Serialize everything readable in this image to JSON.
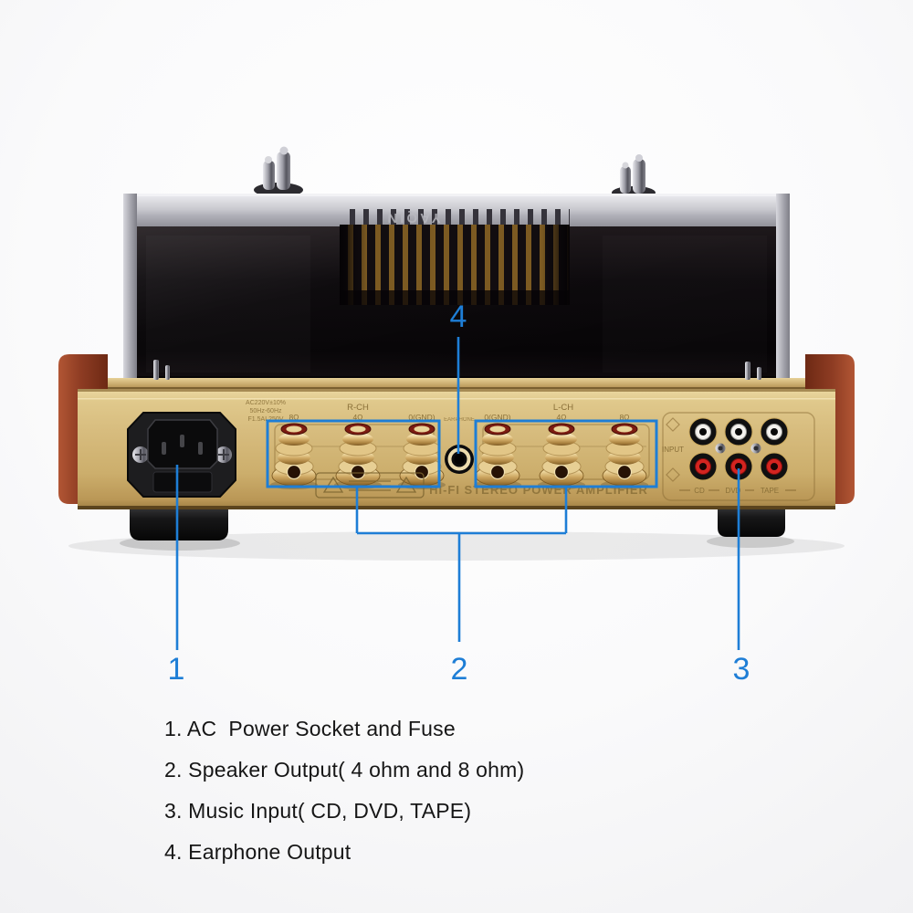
{
  "colors": {
    "callout_blue": "#1e7ed6",
    "panel_gold": "#d3b778",
    "wood_brown": "#8e3c23",
    "cage_black": "#0a070a"
  },
  "top": {
    "brand_engraving": "YAQIN"
  },
  "rear_panel": {
    "power_text": [
      "AC220V±10%",
      "50Hz-60Hz",
      "F1.5AL250V"
    ],
    "right_channel": {
      "label": "R-CH",
      "terminals": [
        "8Ω",
        "4Ω",
        "0(GND)"
      ]
    },
    "left_channel": {
      "label": "L-CH",
      "terminals": [
        "0(GND)",
        "4Ω",
        "8Ω"
      ]
    },
    "earphone_label": "EARPHONE",
    "title": "HI-FI STEREO POWER AMPLIFIER",
    "input_label": "INPUT",
    "input_jacks": [
      "CD",
      "DVD",
      "TAPE"
    ]
  },
  "callouts": {
    "items": [
      {
        "number": "1"
      },
      {
        "number": "2"
      },
      {
        "number": "3"
      },
      {
        "number": "4"
      }
    ]
  },
  "legend": {
    "items": [
      "1. AC  Power Socket and Fuse",
      "2. Speaker Output( 4 ohm and 8 ohm)",
      "3. Music Input( CD, DVD, TAPE)",
      "4. Earphone Output"
    ]
  }
}
